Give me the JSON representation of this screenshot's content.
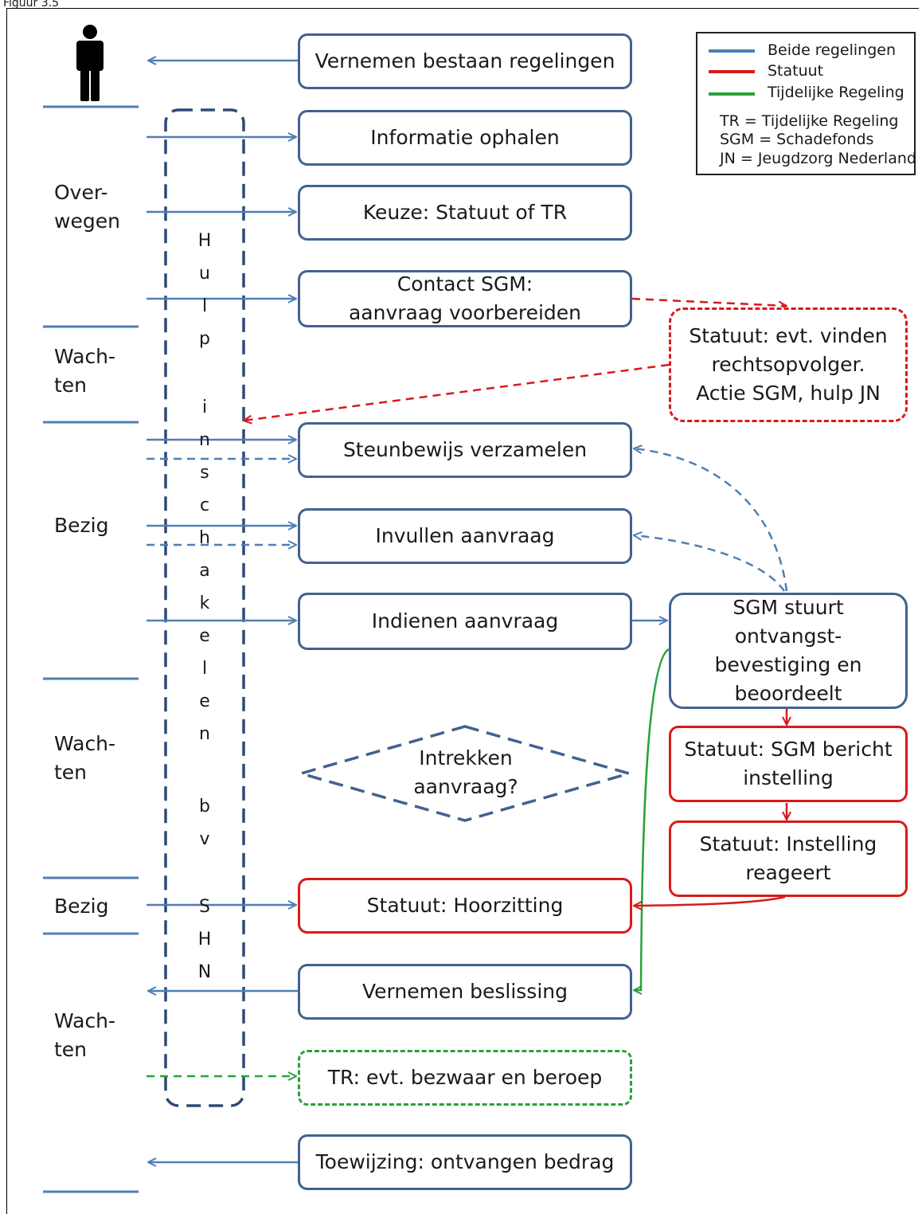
{
  "caption": "Figuur 3.5",
  "colors": {
    "blue": "#41628f",
    "arrow_blue": "#4f7fb5",
    "red": "#d91a1a",
    "green": "#2aa13a",
    "phase_line": "#4f7fb5"
  },
  "person_icon": "person-icon",
  "phases": [
    "Over-\nwegen",
    "Wach-\nten",
    "Bezig",
    "Wach-\nten",
    "Bezig",
    "Wach-\nten"
  ],
  "vertical_label": [
    "H",
    "u",
    "l",
    "p",
    "",
    "i",
    "n",
    "s",
    "c",
    "h",
    "a",
    "k",
    "e",
    "l",
    "e",
    "n",
    "",
    "b",
    "v",
    "",
    "S",
    "H",
    "N"
  ],
  "steps": [
    "Vernemen bestaan regelingen",
    "Informatie ophalen",
    "Keuze: Statuut of TR",
    "Contact SGM:\naanvraag voorbereiden",
    "Steunbewijs verzamelen",
    "Invullen aanvraag",
    "Indienen aanvraag",
    "Statuut: Hoorzitting",
    "Vernemen beslissing",
    "TR: evt. bezwaar en beroep",
    "Toewijzing: ontvangen bedrag"
  ],
  "decision": "Intrekken\naanvraag?",
  "right_boxes": {
    "rechtsopvolger": "Statuut: evt. vinden\nrechtsopvolger.\nActie SGM, hulp JN",
    "sgm_stuurt": "SGM stuurt\nontvangst-\nbevestiging en\nbeoordeelt",
    "sgm_bericht": "Statuut: SGM bericht\ninstelling",
    "instelling_reageert": "Statuut: Instelling\nreageert"
  },
  "legend": {
    "items": [
      {
        "label": "Beide regelingen",
        "color": "#4f7fb5"
      },
      {
        "label": "Statuut",
        "color": "#d91a1a"
      },
      {
        "label": "Tijdelijke Regeling",
        "color": "#2aa13a"
      }
    ],
    "abbreviations": [
      "TR = Tijdelijke Regeling",
      "SGM = Schadefonds",
      "JN = Jeugdzorg Nederland"
    ]
  }
}
